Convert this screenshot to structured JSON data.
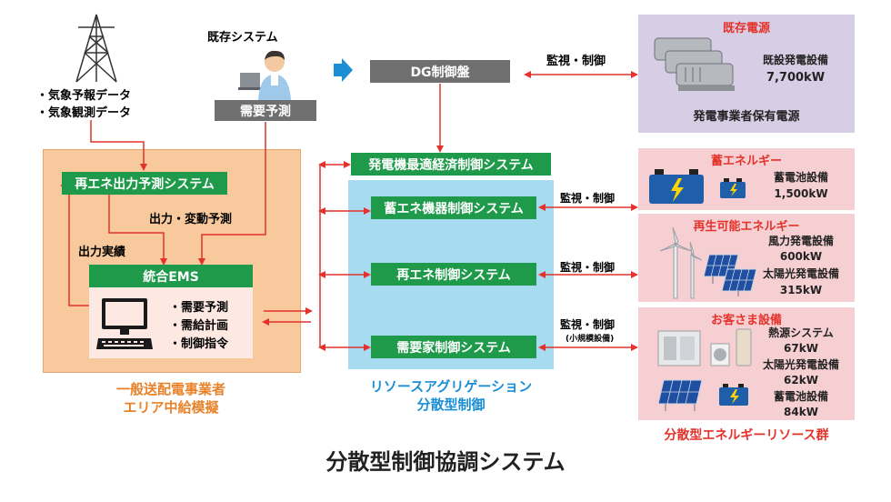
{
  "weather": {
    "items": [
      "・気象予報データ",
      "・気象観測データ"
    ]
  },
  "existing": {
    "label": "既存システム",
    "demand_box": "需要予測"
  },
  "dg_panel": {
    "label": "DG制御盤"
  },
  "monitor": {
    "top": "監視・制御",
    "mid1": "監視・制御",
    "mid2": "監視・制御",
    "bottom": "監視・制御",
    "bottom_sub": "(小規模設備)"
  },
  "tso": {
    "renewable_forecast": "再エネ出力予測システム",
    "output_forecast": "出力・変動予測",
    "output_actual": "出力実績",
    "ems": "統合EMS",
    "ems_items": [
      "・需要予測",
      "・需給計画",
      "・制御指令"
    ],
    "caption": [
      "一般送配電事業者",
      "エリア中給模擬"
    ]
  },
  "aggregation": {
    "generator_system": "発電機最適経済制御システム",
    "storage_system": "蓄エネ機器制御システム",
    "renewable_system": "再エネ制御システム",
    "consumer_system": "需要家制御システム",
    "caption": [
      "リソースアグリゲーション",
      "分散型制御"
    ]
  },
  "existing_power": {
    "title": "既存電源",
    "spec": [
      "既設発電設備",
      "7,700kW"
    ],
    "footer": "発電事業者保有電源"
  },
  "storage": {
    "title": "蓄エネルギー",
    "spec": [
      "蓄電池設備",
      "1,500kW"
    ]
  },
  "renewable": {
    "title": "再生可能エネルギー",
    "spec1": [
      "風力発電設備",
      "600kW"
    ],
    "spec2": [
      "太陽光発電設備",
      "315kW"
    ]
  },
  "customer": {
    "title": "お客さま設備",
    "spec1": [
      "熱源システム",
      "67kW"
    ],
    "spec2": [
      "太陽光発電設備",
      "62kW"
    ],
    "spec3": [
      "蓄電池設備",
      "84kW"
    ]
  },
  "der_caption": "分散型エネルギーリソース群",
  "main_title": "分散型制御協調システム",
  "colors": {
    "green": "#1f9a4a",
    "red": "#e4322b",
    "blue": "#1a8fd6",
    "orange": "#e8822a",
    "gray": "#6f6f6f"
  }
}
